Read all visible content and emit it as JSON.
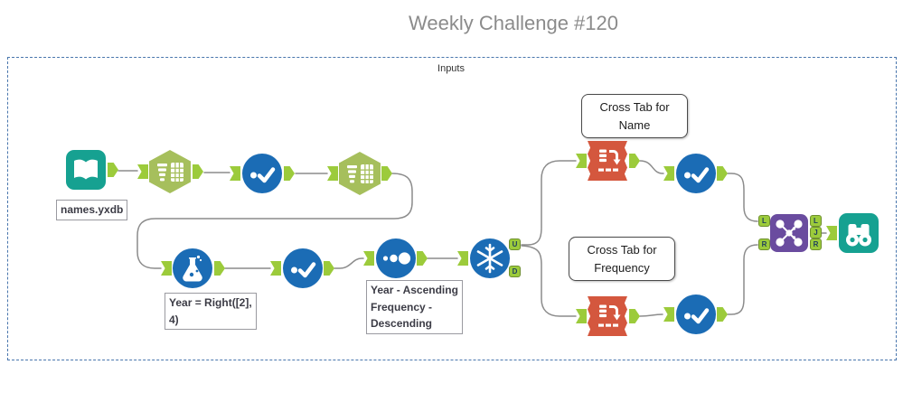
{
  "title": "Weekly Challenge #120",
  "container": {
    "label": "Inputs"
  },
  "annotations": {
    "input": "names.yxdb",
    "formula": [
      "Year = Right([2],",
      "4)"
    ],
    "sort": [
      "Year - Ascending",
      "Frequency -",
      "Descending"
    ]
  },
  "comments": {
    "crosstab_name": [
      "Cross Tab for",
      "Name"
    ],
    "crosstab_frequency": [
      "Cross Tab for",
      "Frequency"
    ]
  },
  "anchors": {
    "unique_u": "U",
    "unique_d": "D",
    "join_in_l": "L",
    "join_in_r": "R",
    "join_out_l": "L",
    "join_out_j": "J",
    "join_out_r": "R"
  },
  "icons": {
    "input_tool": "open-book-icon",
    "parse_tool": "text-to-columns-icon",
    "select_tool": "dot-checkmark-icon",
    "formula_tool": "flask-icon",
    "sort_tool": "three-dots-icon",
    "unique_tool": "snowflake-icon",
    "crosstab_tool": "table-arrow-icon",
    "join_tool": "molecule-icon",
    "browse_tool": "binoculars-icon"
  },
  "colors": {
    "io_teal": "#16A191",
    "prep_blue": "#1B6CB5",
    "parse_green": "#A6BF5C",
    "transform_orange": "#D4573E",
    "join_purple": "#6A4C9F",
    "anchor_green": "#9CCB3B",
    "wire_gray": "#8C8C8C",
    "container_blue": "#4976AD",
    "title_gray": "#8B8B8B"
  }
}
